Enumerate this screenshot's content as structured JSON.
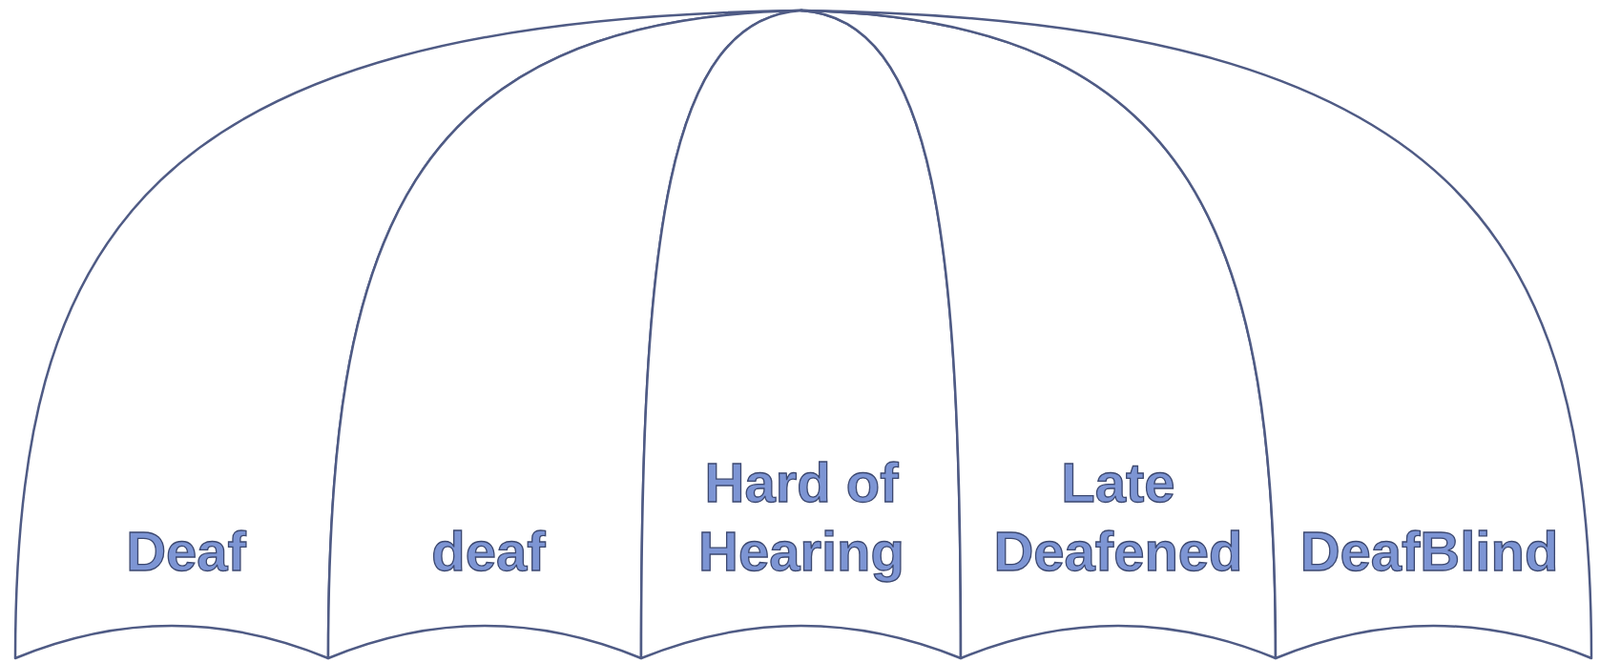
{
  "diagram": {
    "nodes": [
      {
        "text": [
          "Deaf"
        ]
      },
      {
        "text": [
          "deaf"
        ]
      },
      {
        "text": [
          "Hard of Hearing"
        ]
      },
      {
        "text": [
          "Late Deafened"
        ]
      },
      {
        "text": [
          "DeafBlind"
        ]
      }
    ]
  }
}
